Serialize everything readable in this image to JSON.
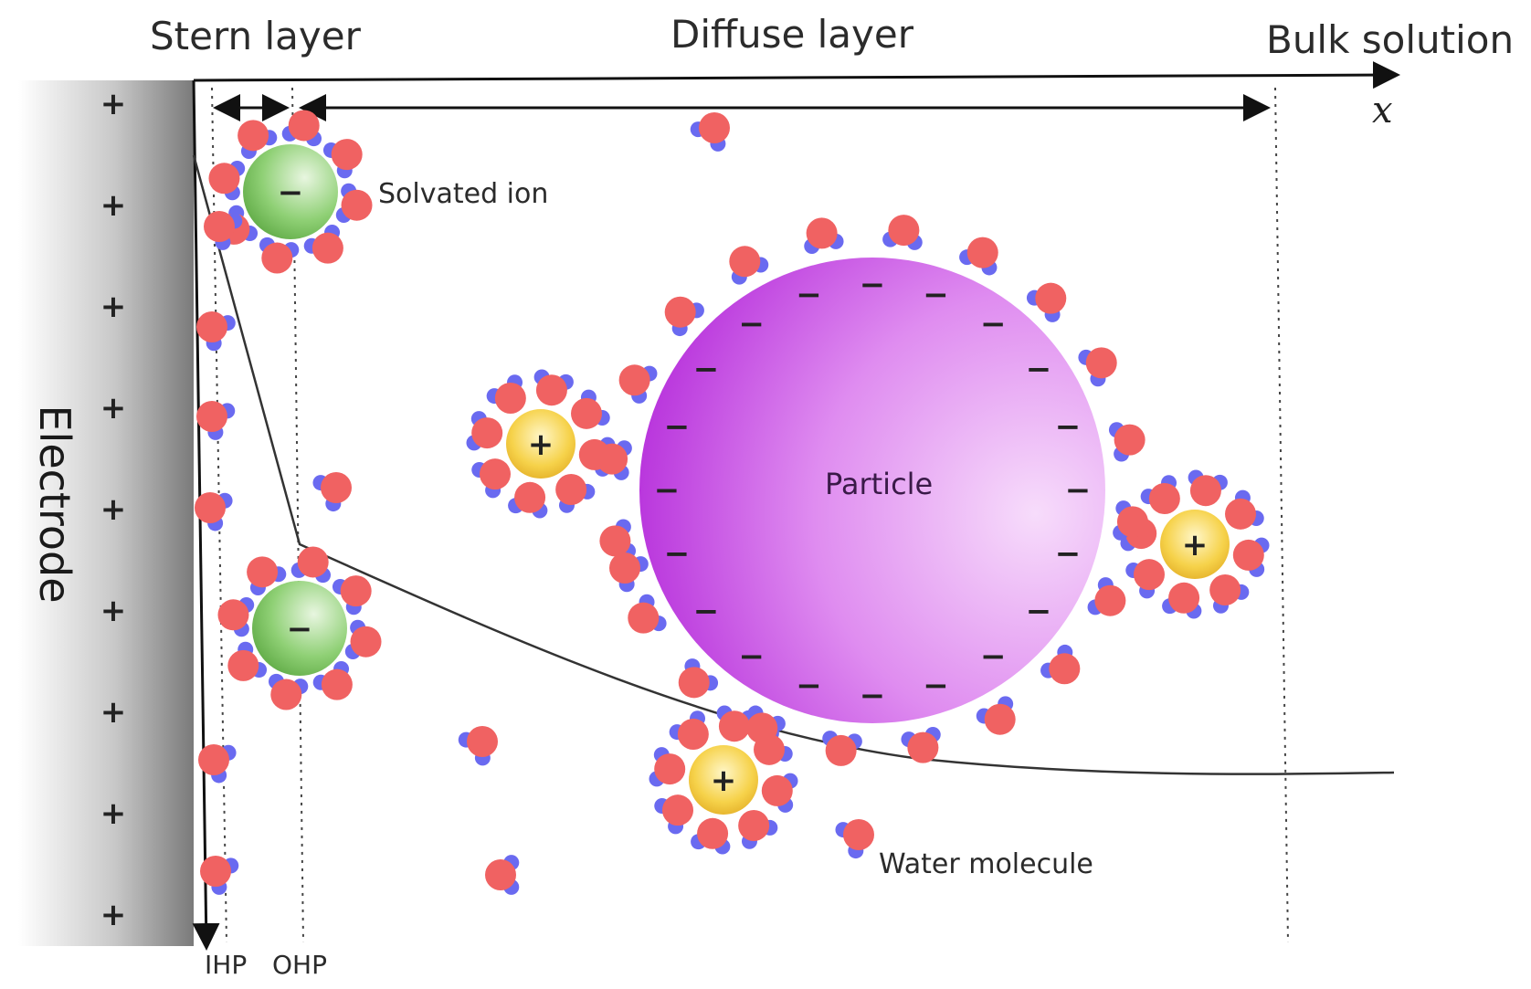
{
  "labels": {
    "stern_layer": "Stern layer",
    "diffuse_layer": "Diffuse layer",
    "bulk_solution": "Bulk solution",
    "axis_x": "x",
    "electrode": "Electrode",
    "solvated_ion": "Solvated ion",
    "particle": "Particle",
    "water_molecule": "Water molecule",
    "ihp": "IHP",
    "ohp": "OHP"
  },
  "symbols": {
    "plus": "+",
    "minus": "−"
  },
  "colors": {
    "oxygen": "#f06262",
    "hydrogen": "#6a6af0",
    "anion_ion": "#7cc36a",
    "cation_ion": "#f2c83c",
    "particle": "#cc5ae8",
    "electrode": "#a0a0a0"
  }
}
